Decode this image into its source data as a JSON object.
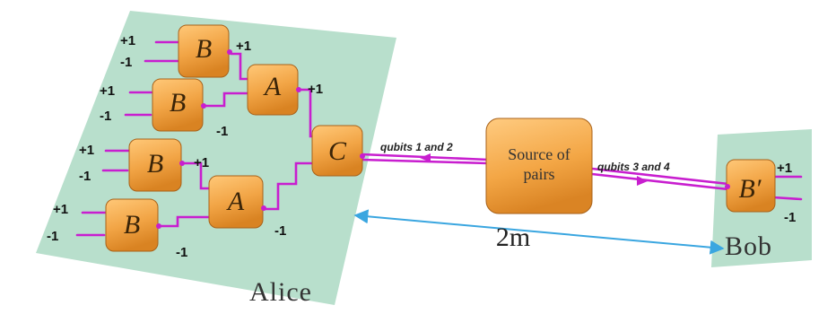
{
  "regions": {
    "alice_label": "Alice",
    "bob_label": "Bob"
  },
  "boxes": {
    "b1": "B",
    "b2": "B",
    "b3": "B",
    "b4": "B",
    "a1": "A",
    "a2": "A",
    "c": "C",
    "bprime": "B′"
  },
  "source": {
    "line1": "Source of",
    "line2": "pairs"
  },
  "links": {
    "left": "qubits 1 and 2",
    "right": "qubits 3 and 4"
  },
  "distance": "2m",
  "outcomes": {
    "plus": "+1",
    "minus": "-1"
  },
  "colors": {
    "region_fill": "#b8dfcc",
    "box_fill": "#f0a44a",
    "wire": "#c81ecf",
    "arrow": "#3aa6e0"
  }
}
